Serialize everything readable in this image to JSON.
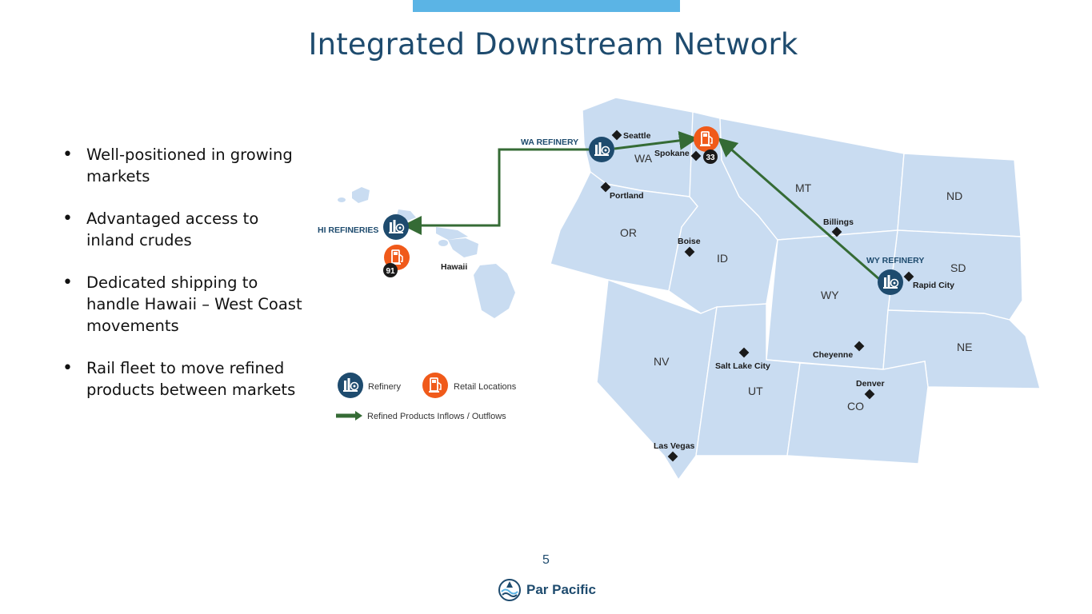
{
  "slide": {
    "title": "Integrated Downstream Network",
    "page_number": "5",
    "logo_text": "Par Pacific"
  },
  "bullets": [
    "Well-positioned in growing markets",
    "Advantaged access to inland crudes",
    "Dedicated shipping to handle Hawaii – West Coast movements",
    "Rail fleet to move refined products between markets"
  ],
  "map": {
    "states": {
      "wa": "WA",
      "or": "OR",
      "id": "ID",
      "mt": "MT",
      "nd": "ND",
      "sd": "SD",
      "wy": "WY",
      "ne": "NE",
      "nv": "NV",
      "ut": "UT",
      "co": "CO"
    },
    "cities": {
      "seattle": "Seattle",
      "spokane": "Spokane",
      "portland": "Portland",
      "boise": "Boise",
      "billings": "Billings",
      "rapid_city": "Rapid City",
      "cheyenne": "Cheyenne",
      "salt_lake_city": "Salt Lake City",
      "denver": "Denver",
      "las_vegas": "Las Vegas",
      "hawaii": "Hawaii"
    },
    "refineries": {
      "wa": "WA REFINERY",
      "hi": "HI REFINERIES",
      "wy": "WY REFINERY"
    },
    "retail_counts": {
      "spokane": "33",
      "hawaii": "91"
    },
    "legend": {
      "refinery": "Refinery",
      "retail": "Retail Locations",
      "flows": "Refined Products Inflows / Outflows"
    }
  },
  "colors": {
    "map_fill": "#c9dcf1",
    "refinery": "#1e4b6e",
    "retail": "#f05a1a",
    "flow_arrow": "#356b35",
    "title": "#1e4b6e",
    "top_bar": "#5bb4e5"
  }
}
